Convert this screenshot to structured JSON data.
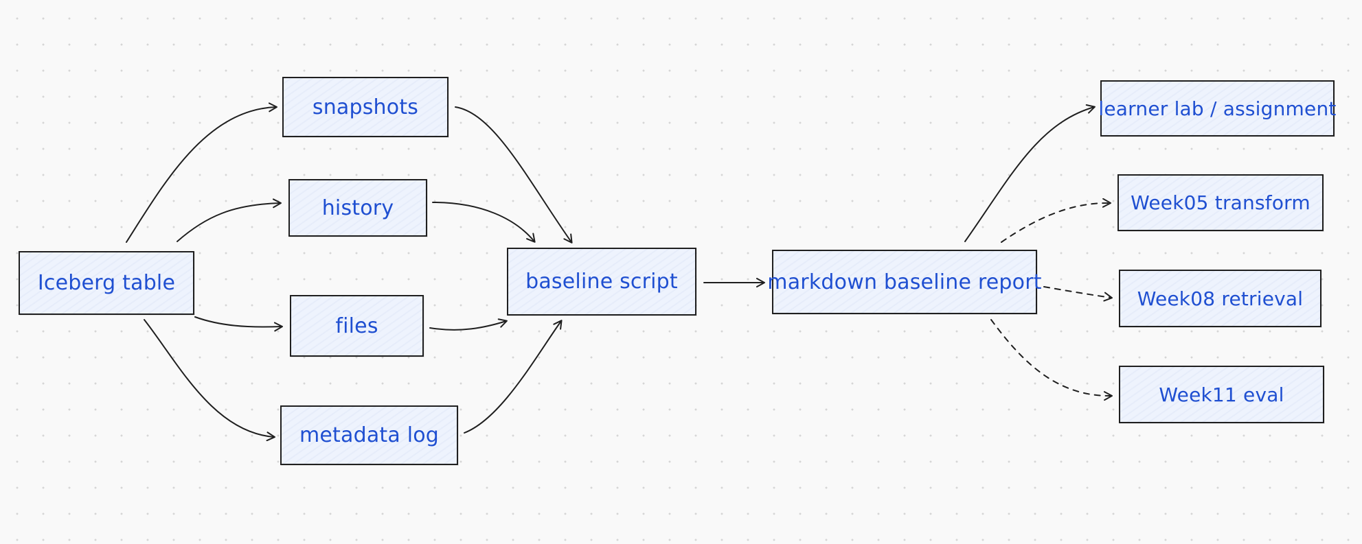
{
  "diagram": {
    "nodes": {
      "iceberg_table": "Iceberg table",
      "snapshots": "snapshots",
      "history": "history",
      "files": "files",
      "metadata_log": "metadata log",
      "baseline_script": "baseline script",
      "markdown_baseline_report": "markdown baseline report",
      "learner_lab": "learner lab / assignment",
      "week05_transform": "Week05 transform",
      "week08_retrieval": "Week08 retrieval",
      "week11_eval": "Week11 eval"
    },
    "edges": [
      {
        "from": "iceberg_table",
        "to": "snapshots",
        "style": "solid"
      },
      {
        "from": "iceberg_table",
        "to": "history",
        "style": "solid"
      },
      {
        "from": "iceberg_table",
        "to": "files",
        "style": "solid"
      },
      {
        "from": "iceberg_table",
        "to": "metadata_log",
        "style": "solid"
      },
      {
        "from": "snapshots",
        "to": "baseline_script",
        "style": "solid"
      },
      {
        "from": "history",
        "to": "baseline_script",
        "style": "solid"
      },
      {
        "from": "files",
        "to": "baseline_script",
        "style": "solid"
      },
      {
        "from": "metadata_log",
        "to": "baseline_script",
        "style": "solid"
      },
      {
        "from": "baseline_script",
        "to": "markdown_baseline_report",
        "style": "solid"
      },
      {
        "from": "markdown_baseline_report",
        "to": "learner_lab",
        "style": "solid"
      },
      {
        "from": "markdown_baseline_report",
        "to": "week05_transform",
        "style": "dashed"
      },
      {
        "from": "markdown_baseline_report",
        "to": "week08_retrieval",
        "style": "dashed"
      },
      {
        "from": "markdown_baseline_report",
        "to": "week11_eval",
        "style": "dashed"
      }
    ],
    "colors": {
      "text": "#1f4fd1",
      "node_fill": "#eef3fd",
      "stroke": "#1f1f1f",
      "background": "#f9f9f9"
    }
  }
}
